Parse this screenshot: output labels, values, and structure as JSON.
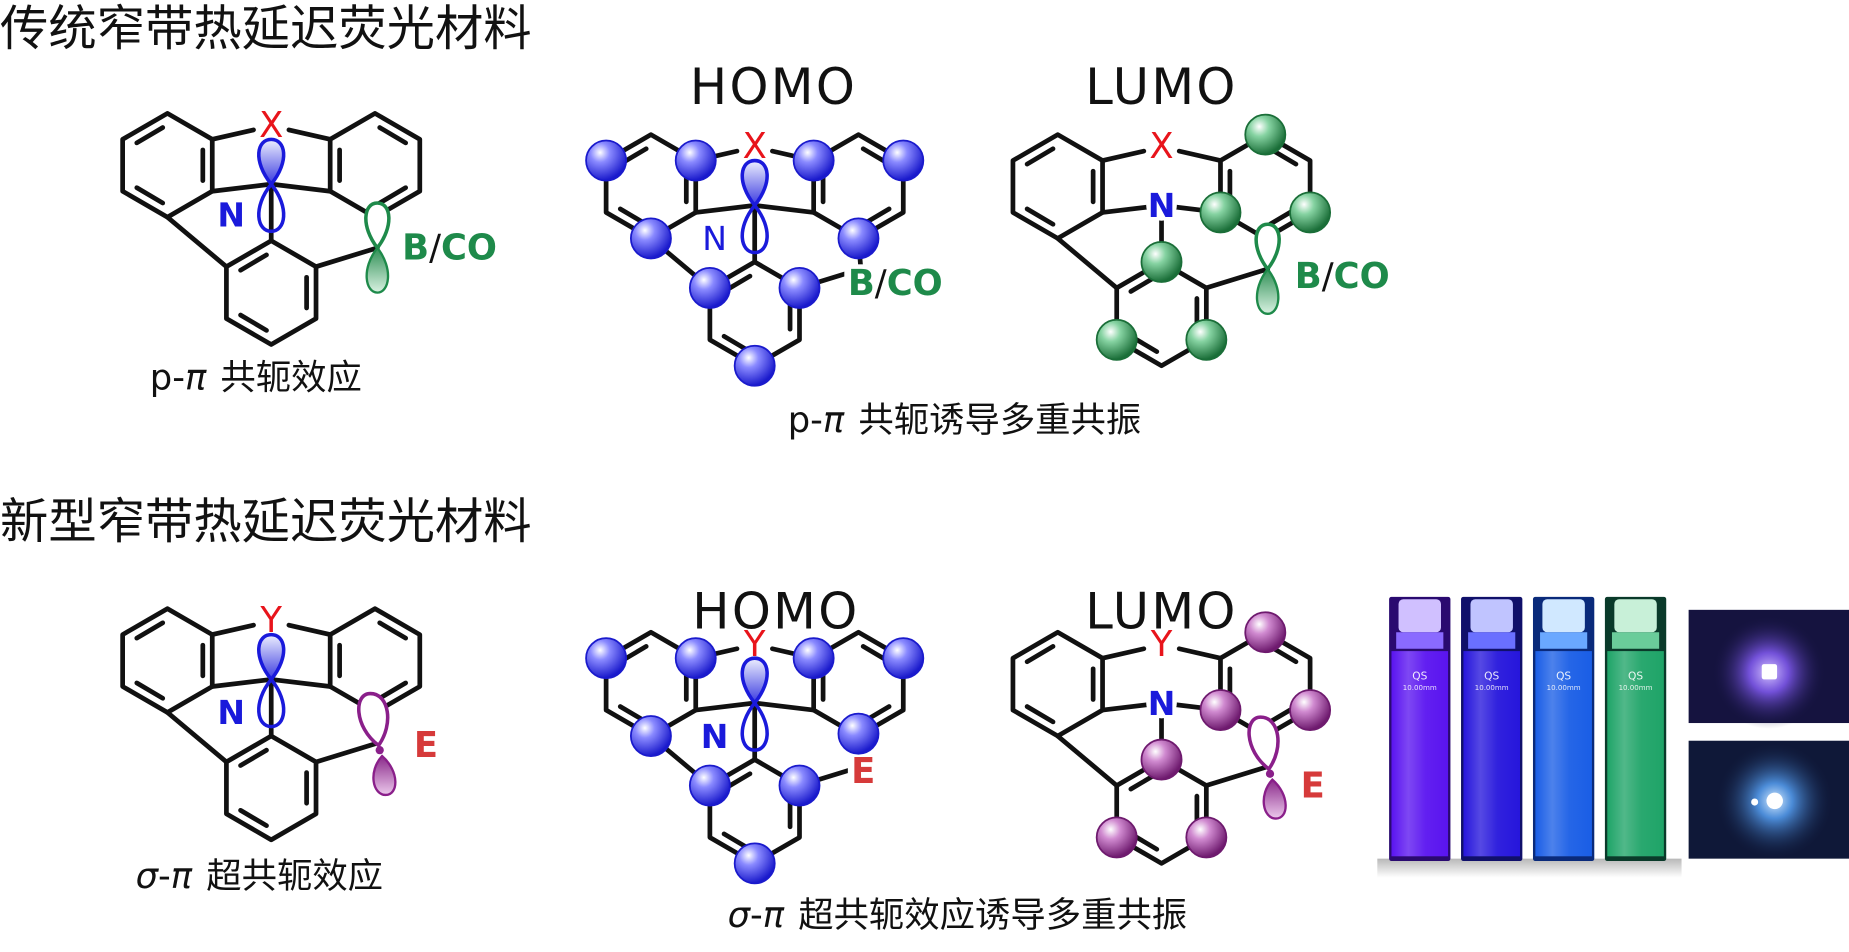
{
  "colors": {
    "ink": "#111111",
    "bridge_label": "#e8141b",
    "nitrogen": "#1a1adb",
    "boron_carbonyl": "#1e8a4a",
    "heteroatom_e": "#d63a3a",
    "homo_sphere": "#2a2ae6",
    "lumo_sphere_top": "#1e8a4a",
    "lumo_sphere_bottom": "#8a1f8a"
  },
  "top_section": {
    "heading": "传统窄带热延迟荧光材料",
    "reference": {
      "bridge": "X",
      "donor": "N",
      "acceptor_main": "B",
      "acceptor_sep": "/",
      "acceptor_alt": "CO",
      "caption": {
        "prefix": "p-",
        "symbol": "π",
        "text": "共轭效应"
      }
    },
    "homo": {
      "title": "HOMO",
      "bridge": "X",
      "donor": "N",
      "acceptor_main": "B",
      "acceptor_sep": "/",
      "acceptor_alt": "CO"
    },
    "lumo": {
      "title": "LUMO",
      "bridge": "X",
      "donor": "N",
      "acceptor_main": "B",
      "acceptor_sep": "/",
      "acceptor_alt": "CO"
    },
    "mr_caption": {
      "prefix": "p-",
      "symbol": "π",
      "text": "共轭诱导多重共振"
    }
  },
  "bottom_section": {
    "heading": "新型窄带热延迟荧光材料",
    "reference": {
      "bridge": "Y",
      "donor": "N",
      "acceptor": "E",
      "caption": {
        "sym1": "σ",
        "dash": "-",
        "sym2": "π",
        "text": "超共轭效应"
      }
    },
    "homo": {
      "title": "HOMO",
      "bridge": "Y",
      "donor": "N",
      "acceptor": "E"
    },
    "lumo": {
      "title": "LUMO",
      "bridge": "Y",
      "donor": "N",
      "acceptor": "E"
    },
    "mr_caption": {
      "sym1": "σ",
      "dash": "-",
      "sym2": "π",
      "text": "超共轭效应诱导多重共振"
    }
  },
  "photos": {
    "cuvettes": [
      {
        "label": "QS",
        "path_length": "10.00mm",
        "emission_color": "#5a14f0"
      },
      {
        "label": "QS",
        "path_length": "10.00mm",
        "emission_color": "#2616dc"
      },
      {
        "label": "QS",
        "path_length": "10.00mm",
        "emission_color": "#1a5ee6"
      },
      {
        "label": "QS",
        "path_length": "10.00mm",
        "emission_color": "#1fa468"
      }
    ],
    "devices": [
      {
        "glow_color": "#9a70ff"
      },
      {
        "glow_color": "#5aa8ff"
      }
    ]
  }
}
